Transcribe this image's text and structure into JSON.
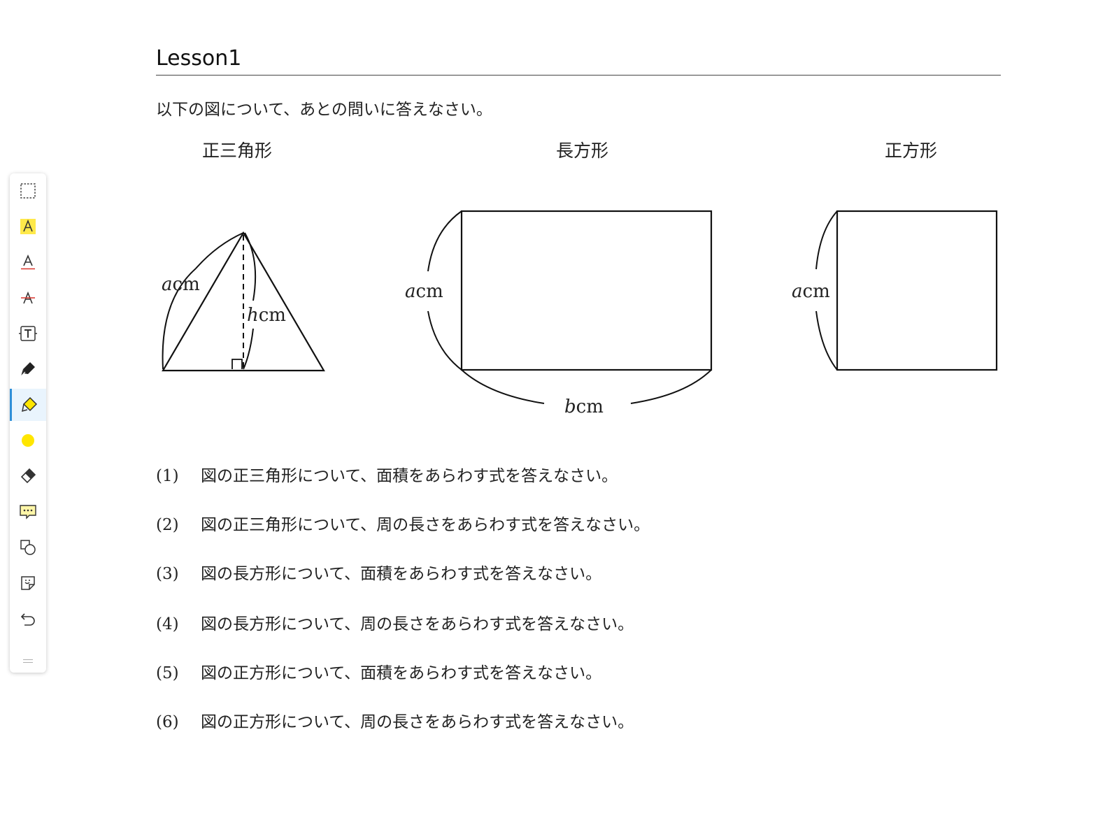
{
  "document": {
    "title": "Lesson1",
    "instruction": "以下の図について、あとの問いに答えなさい。"
  },
  "figures": {
    "triangle": {
      "label": "正三角形",
      "side_var": "a",
      "height_var": "h",
      "unit": "cm"
    },
    "rectangle": {
      "label": "長方形",
      "side_var": "a",
      "base_var": "b",
      "unit": "cm"
    },
    "square": {
      "label": "正方形",
      "side_var": "a",
      "unit": "cm"
    }
  },
  "questions": [
    {
      "number": "(1)",
      "text": "図の正三角形について、面積をあらわす式を答えなさい。"
    },
    {
      "number": "(2)",
      "text": "図の正三角形について、周の長さをあらわす式を答えなさい。"
    },
    {
      "number": "(3)",
      "text": "図の長方形について、面積をあらわす式を答えなさい。"
    },
    {
      "number": "(4)",
      "text": "図の長方形について、周の長さをあらわす式を答えなさい。"
    },
    {
      "number": "(5)",
      "text": "図の正方形について、面積をあらわす式を答えなさい。"
    },
    {
      "number": "(6)",
      "text": "図の正方形について、周の長さをあらわす式を答えなさい。"
    }
  ],
  "toolbar": {
    "tools": [
      {
        "name": "select-area",
        "icon": "dashed-rectangle-icon"
      },
      {
        "name": "text-highlight",
        "icon": "highlighted-a-icon"
      },
      {
        "name": "text-underline",
        "icon": "underlined-a-icon"
      },
      {
        "name": "text-strikethrough",
        "icon": "strikethrough-a-icon"
      },
      {
        "name": "text-box",
        "icon": "text-box-icon"
      },
      {
        "name": "pen",
        "icon": "pen-icon"
      },
      {
        "name": "highlighter",
        "icon": "highlighter-icon",
        "active": true
      },
      {
        "name": "color",
        "icon": "color-dot-icon"
      },
      {
        "name": "eraser",
        "icon": "eraser-icon"
      },
      {
        "name": "comment",
        "icon": "comment-icon"
      },
      {
        "name": "shapes",
        "icon": "shapes-icon"
      },
      {
        "name": "sticker",
        "icon": "sticker-icon"
      },
      {
        "name": "undo",
        "icon": "undo-icon"
      }
    ],
    "highlight_color": "#ffe600",
    "active_color": "#2f8fd8"
  }
}
